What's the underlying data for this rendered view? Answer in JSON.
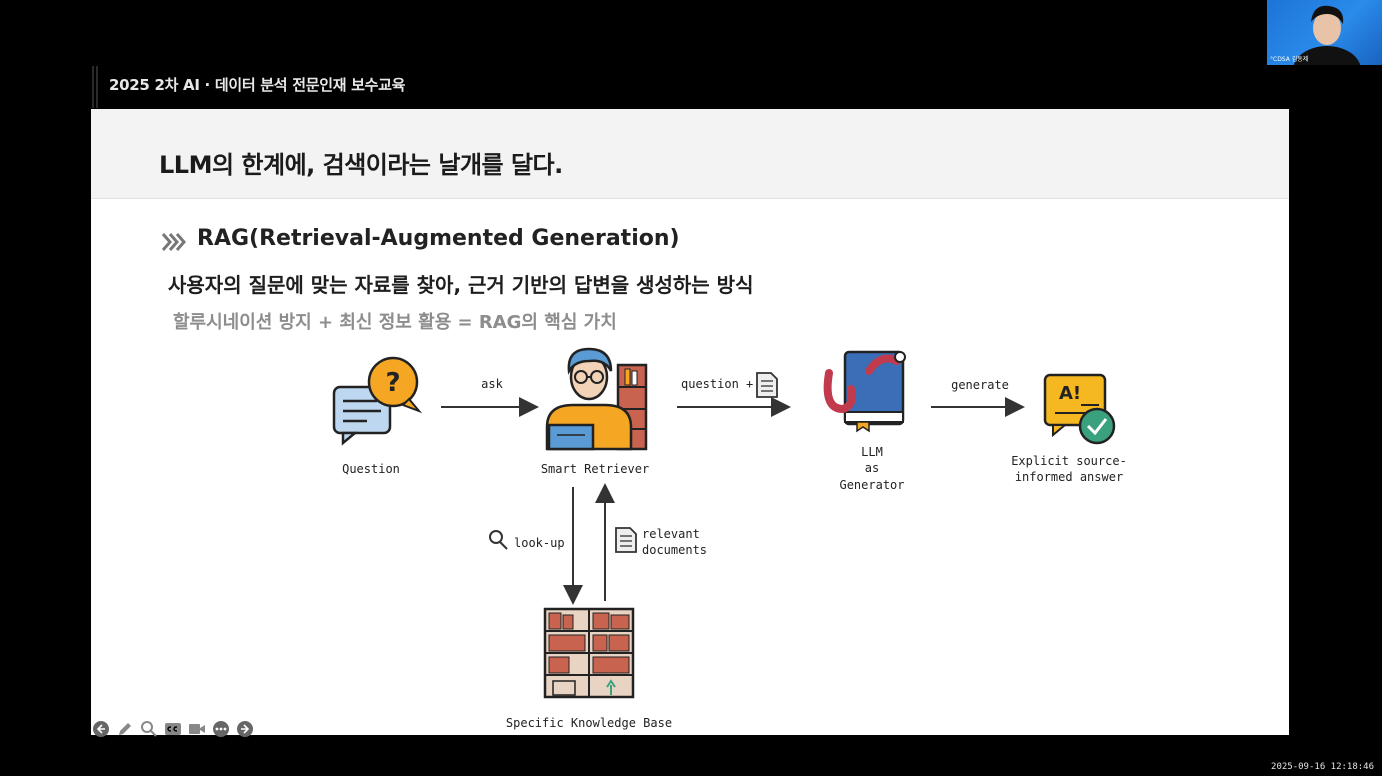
{
  "course": {
    "title": "2025 2차 AI · 데이터 분석 전문인재 보수교육"
  },
  "slide": {
    "title": "LLM의 한계에, 검색이라는 날개를 달다.",
    "section_title": "RAG(Retrieval-Augmented Generation)",
    "subtitle": "사용자의 질문에 맞는 자료를 찾아, 근거 기반의 답변을 생성하는 방식",
    "note": "할루시네이션 방지 + 최신 정보 활용 = RAG의 핵심 가치"
  },
  "diagram": {
    "question_label": "Question",
    "ask_label": "ask",
    "retriever_label": "Smart Retriever",
    "question_plus_label": "question +",
    "llm_label_1": "LLM",
    "llm_label_2": "as",
    "llm_label_3": "Generator",
    "generate_label": "generate",
    "answer_label_1": "Explicit source-",
    "answer_label_2": "informed answer",
    "lookup_label": "look-up",
    "relevant_label_1": "relevant",
    "relevant_label_2": "documents",
    "kb_label": "Specific Knowledge Base",
    "answer_icon_text": "A!"
  },
  "webcam": {
    "label": "°CDSA 김동제"
  },
  "timestamp": "2025-09-16 12:18:46",
  "colors": {
    "accent_orange": "#f5a623",
    "accent_blue": "#5b9bd5",
    "accent_teal": "#3aa17e"
  }
}
